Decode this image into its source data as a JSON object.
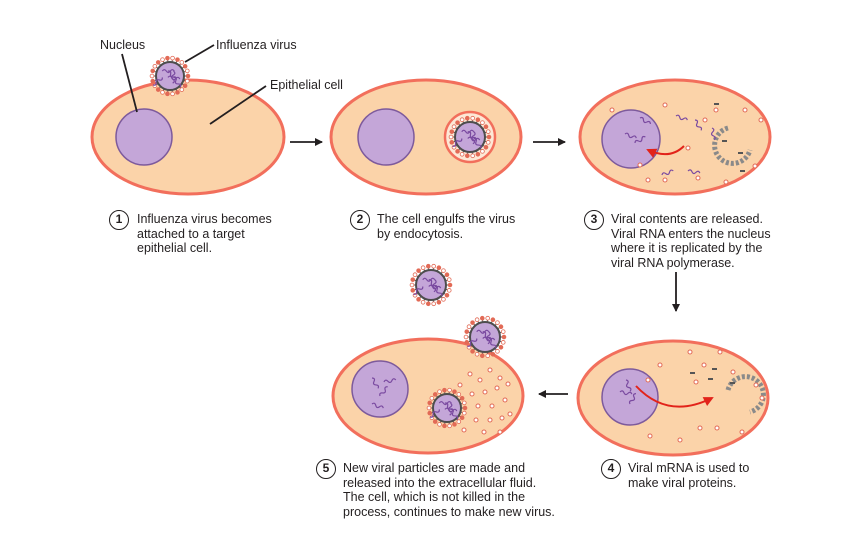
{
  "labels": {
    "nucleus": "Nucleus",
    "influenza_virus": "Influenza virus",
    "epithelial_cell": "Epithelial cell"
  },
  "steps": [
    {
      "number": "1",
      "lines": [
        "Influenza virus becomes",
        "attached to a target",
        "epithelial cell."
      ]
    },
    {
      "number": "2",
      "lines": [
        "The cell engulfs the virus",
        "by endocytosis."
      ]
    },
    {
      "number": "3",
      "lines": [
        "Viral contents are released.",
        "Viral RNA enters the nucleus",
        "where it is replicated by the",
        "viral RNA polymerase."
      ]
    },
    {
      "number": "4",
      "lines": [
        "Viral mRNA is used to",
        "make viral proteins."
      ]
    },
    {
      "number": "5",
      "lines": [
        "New viral particles are made and",
        "released into the extracellular fluid.",
        "The cell, which is not killed in the",
        "process, continues to make new virus."
      ]
    }
  ],
  "colors": {
    "cell_fill": "#fbd3a9",
    "cell_stroke": "#f26f5c",
    "nucleus_fill": "#c4a6d8",
    "nucleus_stroke": "#7d5a9c",
    "virus_core": "#c4a6d8",
    "virus_spike": "#e26a56",
    "rna": "#7a4aa0",
    "arrow": "#231f20",
    "red_arrow": "#e2231a"
  }
}
